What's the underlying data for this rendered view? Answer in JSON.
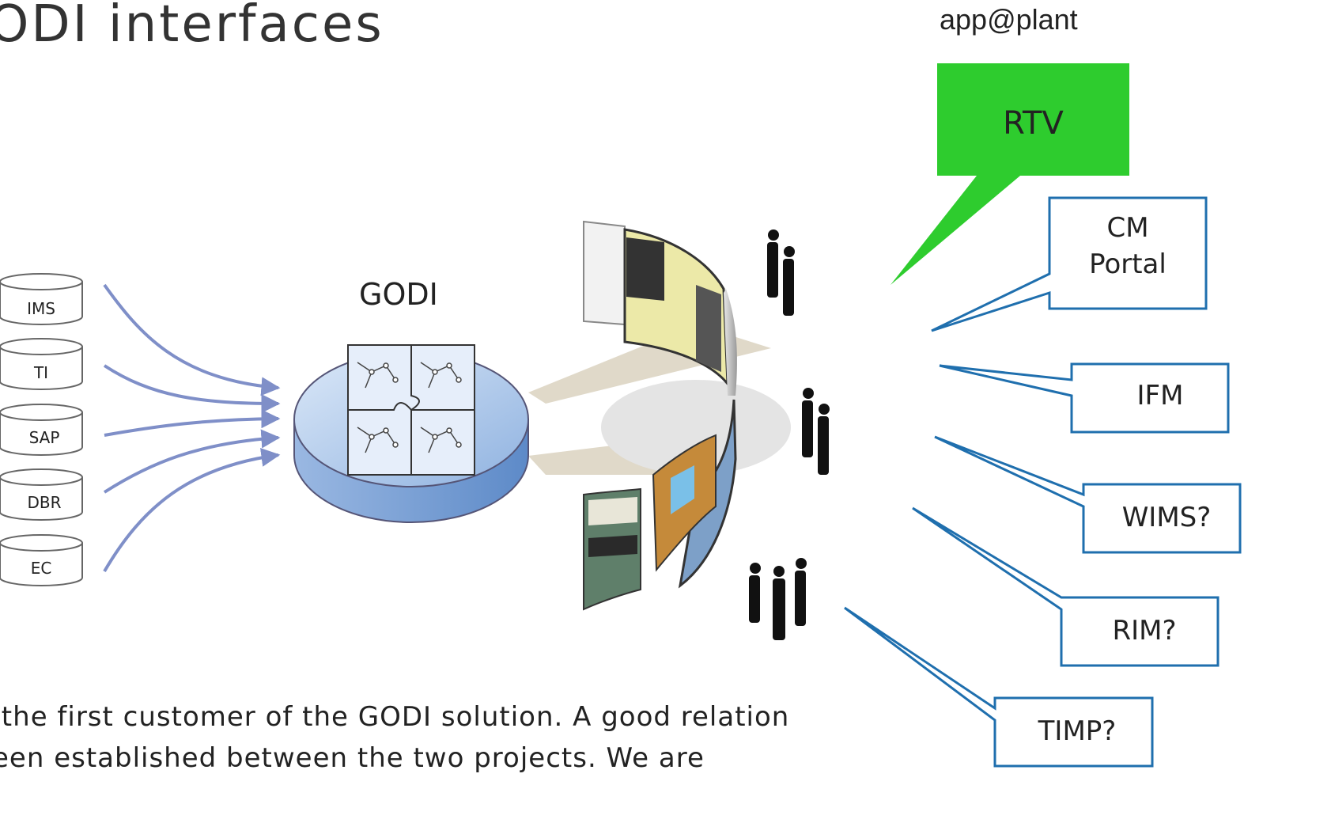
{
  "title": "ODI interfaces",
  "app_label": "app@plant",
  "center_label": "GODI",
  "sources": [
    "IMS",
    "TI",
    "SAP",
    "DBR",
    "EC"
  ],
  "callouts": {
    "rtv": "RTV",
    "cm_line1": "CM",
    "cm_line2": "Portal",
    "ifm": "IFM",
    "wims": "WIMS?",
    "rim": "RIM?",
    "timp": "TIMP?"
  },
  "caption_lines": [
    " the first customer of the GODI solution. A good relation",
    "een established between the two projects. We are"
  ],
  "colors": {
    "rtv_fill": "#2ecc2e",
    "callout_stroke": "#1f6fae",
    "arrow": "#7f8fc8",
    "disk_fill": "#a9c6ea"
  }
}
